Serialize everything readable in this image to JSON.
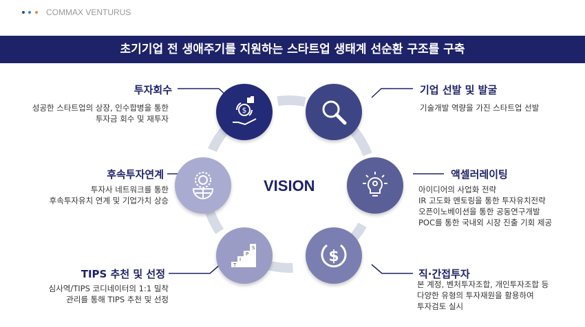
{
  "brand": {
    "name": "COMMAX VENTURUS",
    "dot_colors": [
      "#1e4e8c",
      "#2a8bd0",
      "#e38a2c"
    ]
  },
  "banner": {
    "title": "초기기업 전 생애주기를 지원하는 스타트업 생태계 선순환 구조를 구축"
  },
  "center": {
    "label": "VISION"
  },
  "stages": [
    {
      "title": "투자회수",
      "desc": [
        "성공한 스타트업의 상장, 인수합병을 통한",
        "투자금 회수 및 재투자"
      ],
      "icon": "money-hand-icon",
      "color": "#232a78"
    },
    {
      "title": "기업 선발 및 발굴",
      "desc": [
        "기술개발 역량을 가진 스타트업 선발"
      ],
      "icon": "magnifier-icon",
      "color": "#3e4585"
    },
    {
      "title": "액셀러레이팅",
      "desc": [
        "아이디어의 사업화 전략",
        "IR 고도화 멘토링을 통한 투자유치전략",
        "오픈이노베이션을 통한 공동연구개발",
        "POC를 통한 국내외 시장 진출 기회 제공"
      ],
      "icon": "lightbulb-gear-icon",
      "color": "#5a5f98"
    },
    {
      "title": "직·간접투자",
      "desc": [
        "본 계정, 벤처투자조합, 개인투자조합 등",
        "다양한 유형의 투자재원을 활용하여",
        "투자검토 실시"
      ],
      "icon": "dollar-cycle-icon",
      "color": "#7b7eb1"
    },
    {
      "title": "TIPS 추천 및 선정",
      "desc": [
        "심사역/TIPS 코디네이터의 1:1 밀착",
        "관리를 통해 TIPS 추천 및 선정"
      ],
      "icon": "tips-stairs-icon",
      "color": "#9a9cc6",
      "letters": [
        "T",
        "I",
        "P",
        "S"
      ]
    },
    {
      "title": "후속투자연계",
      "desc": [
        "투자사 네트워크를 통한",
        "후속투자유치 연계 및 기업가치 상승"
      ],
      "icon": "person-globe-gear-icon",
      "color": "#a9abd0"
    }
  ]
}
